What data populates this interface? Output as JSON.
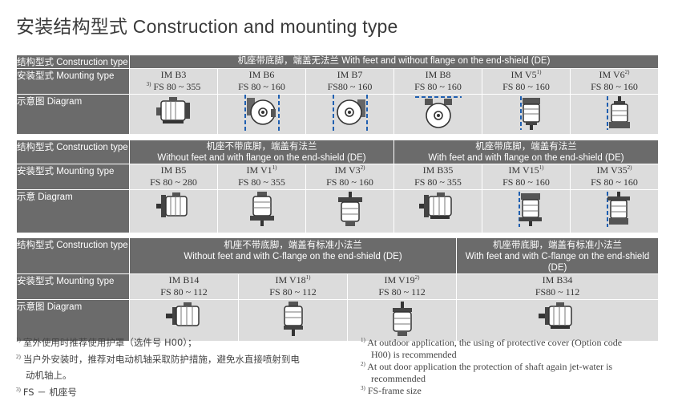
{
  "title": "安装结构型式 Construction and mounting type",
  "labels": {
    "construction": "结构型式 Construction type",
    "mounting": "安装型式 Mounting type",
    "diagram1": "示意图 Diagram",
    "diagram2": "示意 Diagram",
    "diagram3": "示意图 Diagram"
  },
  "section1": {
    "header": "机座带底脚，端盖无法兰 With feet and without flange on the end-shield (DE)",
    "types": [
      {
        "name": "IM B3",
        "sup": "",
        "fs_sup": "3)",
        "fs": "FS 80 ~ 355",
        "icon": "foot-mounted-motor-icon"
      },
      {
        "name": "IM B6",
        "sup": "",
        "fs_sup": "",
        "fs": "FS 80 ~ 160",
        "icon": "wall-mounted-motor-icon"
      },
      {
        "name": "IM B7",
        "sup": "",
        "fs_sup": "",
        "fs": "FS80 ~ 160",
        "icon": "wall-mounted-motor-icon"
      },
      {
        "name": "IM B8",
        "sup": "",
        "fs_sup": "",
        "fs": "FS 80 ~ 160",
        "icon": "ceiling-mounted-motor-icon"
      },
      {
        "name": "IM V5",
        "sup": "1)",
        "fs_sup": "",
        "fs": "FS 80 ~ 160",
        "icon": "vertical-foot-motor-icon"
      },
      {
        "name": "IM V6",
        "sup": "2)",
        "fs_sup": "",
        "fs": "FS 80 ~ 160",
        "icon": "vertical-foot-motor-icon"
      }
    ]
  },
  "section2": {
    "header_left_cn": "机座不带底脚，端盖有法兰",
    "header_left_en": "Without feet and with flange on the end-shield (DE)",
    "header_right_cn": "机座带底脚，端盖有法兰",
    "header_right_en": "With feet and with flange on the end-shield (DE)",
    "types": [
      {
        "name": "IM B5",
        "sup": "",
        "fs": "FS 80 ~ 280",
        "icon": "flange-motor-icon"
      },
      {
        "name": "IM V1",
        "sup": "1)",
        "fs": "FS 80 ~ 355",
        "icon": "vertical-flange-motor-icon"
      },
      {
        "name": "IM V3",
        "sup": "2)",
        "fs": "FS 80 ~ 160",
        "icon": "vertical-flange-motor-icon"
      },
      {
        "name": "IM B35",
        "sup": "",
        "fs": "FS 80 ~ 355",
        "icon": "foot-flange-motor-icon"
      },
      {
        "name": "IM V15",
        "sup": "1)",
        "fs": "FS 80 ~ 160",
        "icon": "vertical-foot-flange-motor-icon"
      },
      {
        "name": "IM V35",
        "sup": "2)",
        "fs": "FS 80 ~ 160",
        "icon": "vertical-foot-flange-motor-icon"
      }
    ]
  },
  "section3": {
    "header_left_cn": "机座不带底脚，端盖有标准小法兰",
    "header_left_en": "Without feet and with C-flange on the end-shield (DE)",
    "header_right_cn": "机座带底脚，端盖有标准小法兰",
    "header_right_en": "With feet and with C-flange on the end-shield (DE)",
    "types": [
      {
        "name": "IM B14",
        "sup": "",
        "fs": "FS 80 ~ 112",
        "icon": "c-flange-motor-icon"
      },
      {
        "name": "IM V18",
        "sup": "1)",
        "fs": "FS 80 ~ 112",
        "icon": "vertical-c-flange-motor-icon"
      },
      {
        "name": "IM V19",
        "sup": "2)",
        "fs": "FS 80 ~ 112",
        "icon": "vertical-c-flange-motor-icon"
      },
      {
        "name": "IM B34",
        "sup": "",
        "fs": "FS80 ~ 112",
        "icon": "foot-c-flange-motor-icon"
      }
    ]
  },
  "footnotes_cn": [
    {
      "sup": "1)",
      "text": "室外使用时推荐使用护罩（选件号 H00）；"
    },
    {
      "sup": "2)",
      "text": "当户外安装时，推荐对电动机轴采取防护措施，避免水直接喷射到电"
    },
    {
      "sup": "",
      "text": "动机轴上。"
    },
    {
      "sup": "3)",
      "text": "FS － 机座号"
    }
  ],
  "footnotes_en": [
    {
      "sup": "1)",
      "text": "At outdoor application, the using of protective cover (Option code"
    },
    {
      "sup": "",
      "text": "H00) is recommended"
    },
    {
      "sup": "2)",
      "text": "At out door application the protection of shaft again jet-water is"
    },
    {
      "sup": "",
      "text": "recommended"
    },
    {
      "sup": "3)",
      "text": "FS-frame size"
    }
  ],
  "colors": {
    "header_bg": "#6b6b6b",
    "cell_bg": "#dcdcdc",
    "dash_blue": "#1f5fb0"
  }
}
